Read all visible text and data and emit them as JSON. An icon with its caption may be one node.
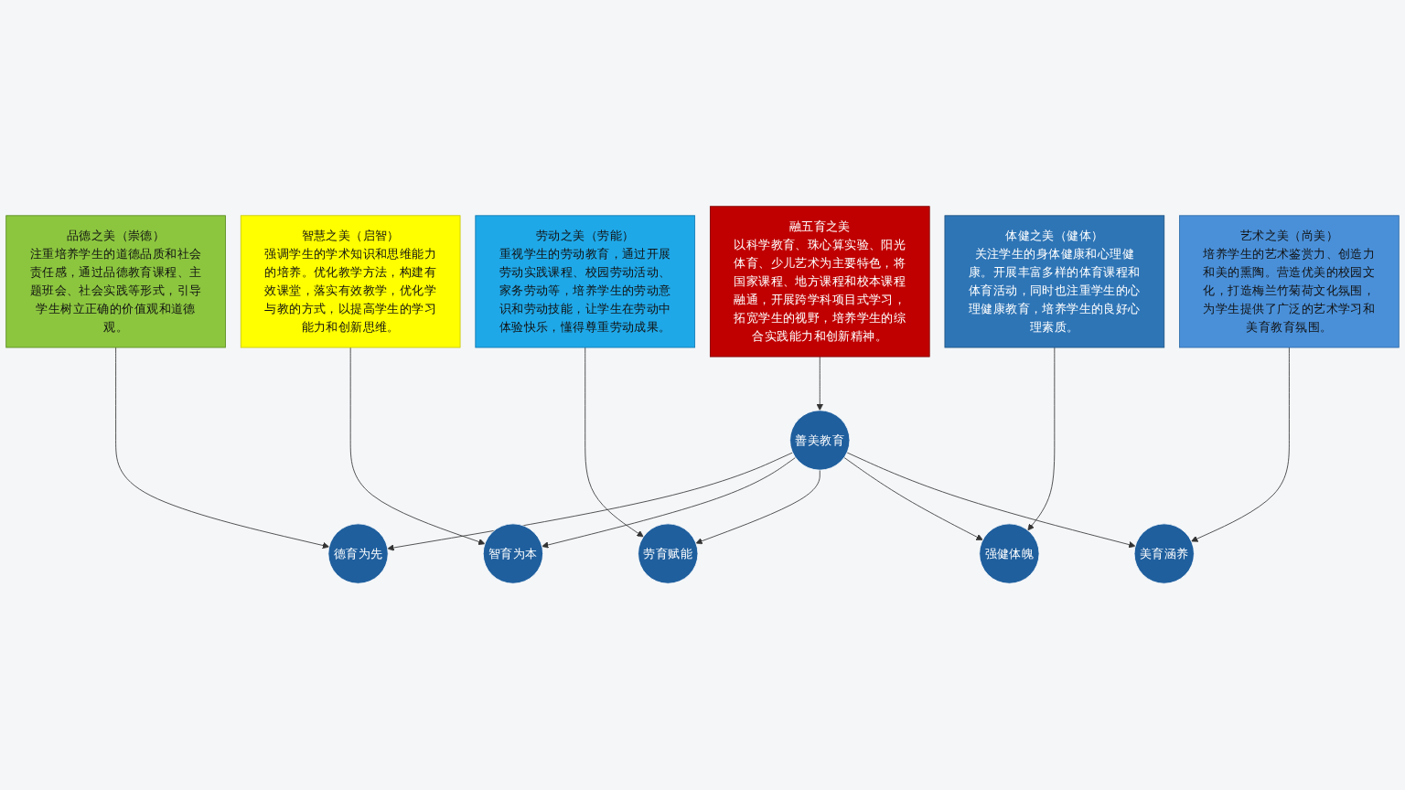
{
  "diagram": {
    "nodes": [
      {
        "text": [
          "品德之美（崇德）",
          "注重培养学生的道德品质和社会责任感，通过品德教育课程、主题班会、社会实践等形式，引导学生树立正确的价值观和道德观。"
        ]
      },
      {
        "text": [
          "智慧之美（启智）",
          "强调学生的学术知识和思维能力的培养。优化教学方法，构建有效课堂，落实有效教学，优化学与教的方式，以提高学生的学习能力和创新思维。"
        ]
      },
      {
        "text": [
          "劳动之美（劳能）",
          "重视学生的劳动教育，通过开展劳动实践课程、校园劳动活动、家务劳动等，培养学生的劳动意识和劳动技能，让学生在劳动中体验快乐，懂得尊重劳动成果。"
        ]
      },
      {
        "text": [
          "德育为先"
        ]
      },
      {
        "text": [
          "智育为本"
        ]
      },
      {
        "text": [
          "善美教育"
        ]
      },
      {
        "text": [
          "劳育赋能"
        ]
      },
      {
        "text": [
          "体健之美（健体）",
          "关注学生的身体健康和心理健康。开展丰富多样的体育课程和体育活动，同时也注重学生的心理健康教育，培养学生的良好心理素质。"
        ]
      },
      {
        "text": [
          "强健体魄"
        ]
      },
      {
        "text": [
          "美育涵养"
        ]
      },
      {
        "text": [
          "艺术之美（尚美）",
          "培养学生的艺术鉴赏力、创造力和美的熏陶。营造优美的校园文化，打造梅兰竹菊荷文化氛围，为学生提供了广泛的艺术学习和美育教育氛围。"
        ]
      },
      {
        "text": [
          "融五育之美",
          "以科学教育、珠心算实验、阳光体育、少儿艺术为主要特色，将国家课程、地方课程和校本课程融通，开展跨学科项目式学习，拓宽学生的视野，培养学生的综合实践能力和创新精神。"
        ]
      }
    ],
    "edges": [
      {
        "from": 0,
        "to": 3,
        "arrow": "to"
      },
      {
        "from": 1,
        "to": 4,
        "arrow": "to"
      },
      {
        "from": 2,
        "to": 6,
        "arrow": "to"
      },
      {
        "from": 7,
        "to": 8,
        "arrow": "to"
      },
      {
        "from": 10,
        "to": 9,
        "arrow": "to"
      },
      {
        "from": 11,
        "to": 5,
        "arrow": "to"
      },
      {
        "from": 5,
        "to": 3,
        "arrow": "to"
      },
      {
        "from": 5,
        "to": 4,
        "arrow": "to"
      },
      {
        "from": 5,
        "to": 6,
        "arrow": "to"
      },
      {
        "from": 5,
        "to": 8,
        "arrow": "to"
      },
      {
        "from": 5,
        "to": 9,
        "arrow": "to"
      }
    ]
  }
}
